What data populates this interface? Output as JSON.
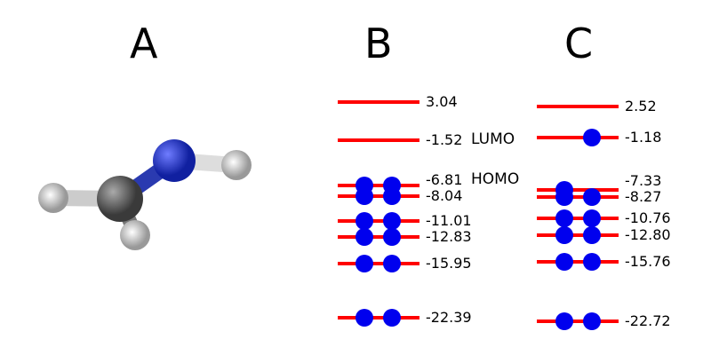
{
  "panels": {
    "A": {
      "title": "A"
    },
    "B": {
      "title": "B",
      "levels": [
        {
          "energy": "3.04",
          "electrons": 0
        },
        {
          "energy": "-1.52",
          "electrons": 0,
          "tag": "LUMO"
        },
        {
          "energy": "-6.81",
          "electrons": 2,
          "tag": "HOMO"
        },
        {
          "energy": "-8.04",
          "electrons": 2
        },
        {
          "energy": "-11.01",
          "electrons": 2
        },
        {
          "energy": "-12.83",
          "electrons": 2
        },
        {
          "energy": "-15.95",
          "electrons": 2
        },
        {
          "energy": "-22.39",
          "electrons": 2
        }
      ]
    },
    "C": {
      "title": "C",
      "levels": [
        {
          "energy": "2.52",
          "electrons": 0
        },
        {
          "energy": "-1.18",
          "electrons": 1
        },
        {
          "energy": "-7.33",
          "electrons": 1
        },
        {
          "energy": "-8.27",
          "electrons": 2
        },
        {
          "energy": "-10.76",
          "electrons": 2
        },
        {
          "energy": "-12.80",
          "electrons": 2
        },
        {
          "energy": "-15.76",
          "electrons": 2
        },
        {
          "energy": "-22.72",
          "electrons": 2
        }
      ]
    }
  },
  "colors": {
    "level": "#ff0000",
    "electron": "#0000ee",
    "nitrogen": "#2233cc",
    "carbon": "#666666",
    "hydrogen": "#eeeeee"
  }
}
